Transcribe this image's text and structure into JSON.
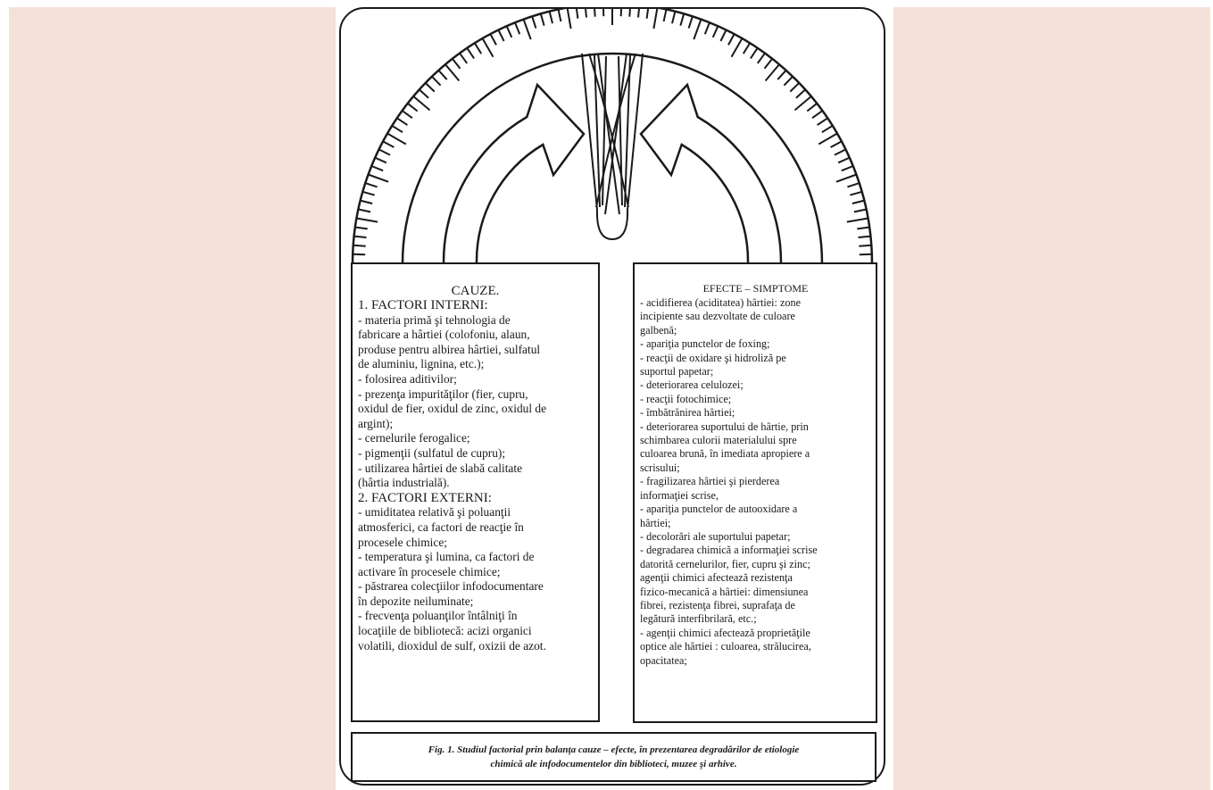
{
  "colors": {
    "backdrop": "#f3e1da",
    "ink": "#1a1a1a"
  },
  "causes": {
    "title": "CAUZE.",
    "lines": [
      {
        "t": "1. FACTORI INTERNI:",
        "sec": true
      },
      {
        "t": "- materia primă şi tehnologia  de"
      },
      {
        "t": "fabricare a hârtiei (colofoniu, alaun,"
      },
      {
        "t": "produse pentru albirea hârtiei, sulfatul"
      },
      {
        "t": "de aluminiu, lignina, etc.);"
      },
      {
        "t": "- folosirea aditivilor;"
      },
      {
        "t": "- prezenţa impurităţilor (fier, cupru,"
      },
      {
        "t": "oxidul de fier, oxidul de zinc, oxidul de"
      },
      {
        "t": "argint);"
      },
      {
        "t": "- cernelurile ferogalice;"
      },
      {
        "t": "- pigmenţii (sulfatul de cupru);"
      },
      {
        "t": "- utilizarea hârtiei de slabă calitate"
      },
      {
        "t": " (hârtia industrială)."
      },
      {
        "t": "2. FACTORI EXTERNI:",
        "sec": true
      },
      {
        "t": "- umiditatea relativă şi poluanţii"
      },
      {
        "t": "atmosferici, ca factori de reacţie în"
      },
      {
        "t": "procesele chimice;"
      },
      {
        "t": "- temperatura şi lumina, ca factori de"
      },
      {
        "t": "activare în procesele chimice;"
      },
      {
        "t": "- păstrarea colecţiilor infodocumentare"
      },
      {
        "t": "în depozite neiluminate;"
      },
      {
        "t": "- frecvenţa poluanţilor întâlniţi în"
      },
      {
        "t": "locaţiile de bibliotecă: acizi organici"
      },
      {
        "t": "volatili, dioxidul de sulf, oxizii de azot."
      }
    ]
  },
  "effects": {
    "title": "EFECTE – SIMPTOME",
    "lines": [
      {
        "t": "- acidifierea (aciditatea) hârtiei: zone"
      },
      {
        "t": "incipiente sau dezvoltate de culoare"
      },
      {
        "t": "galbenă;"
      },
      {
        "t": "- apariţia punctelor de foxing;"
      },
      {
        "t": "- reacţii de oxidare şi hidroliză pe"
      },
      {
        "t": "suportul papetar;"
      },
      {
        "t": "- deteriorarea celulozei;"
      },
      {
        "t": "- reacţii fotochimice;"
      },
      {
        "t": "- îmbătrânirea hârtiei;"
      },
      {
        "t": "- deteriorarea suportului de hârtie, prin"
      },
      {
        "t": "schimbarea culorii materialului spre"
      },
      {
        "t": "culoarea brună, în imediata apropiere a"
      },
      {
        "t": "scrisului;"
      },
      {
        "t": "- fragilizarea hârtiei şi pierderea"
      },
      {
        "t": "informaţiei scrise,"
      },
      {
        "t": "- apariţia punctelor de autooxidare a"
      },
      {
        "t": "hârtiei;"
      },
      {
        "t": "- decolorări ale suportului papetar;"
      },
      {
        "t": "- degradarea chimică a informaţiei scrise"
      },
      {
        "t": "datorită cernelurilor, fier, cupru şi zinc;"
      },
      {
        "t": "agenţii chimici afectează rezistenţa"
      },
      {
        "t": "fizico-mecanică a hârtiei: dimensiunea"
      },
      {
        "t": "fibrei, rezistenţa fibrei, suprafaţa de"
      },
      {
        "t": "legătură interfibrilară, etc.;"
      },
      {
        "t": "- agenţii chimici afectează proprietăţile"
      },
      {
        "t": "optice ale hârtiei : culoarea, strălucirea,"
      },
      {
        "t": "opacitatea;"
      }
    ]
  },
  "caption": {
    "line1": "Fig. 1.  Studiul factorial prin balanţa cauze – efecte, în prezentarea degradărilor de etiologie",
    "line2": "chimică ale infodocumentelor din biblioteci, muzee şi arhive."
  }
}
